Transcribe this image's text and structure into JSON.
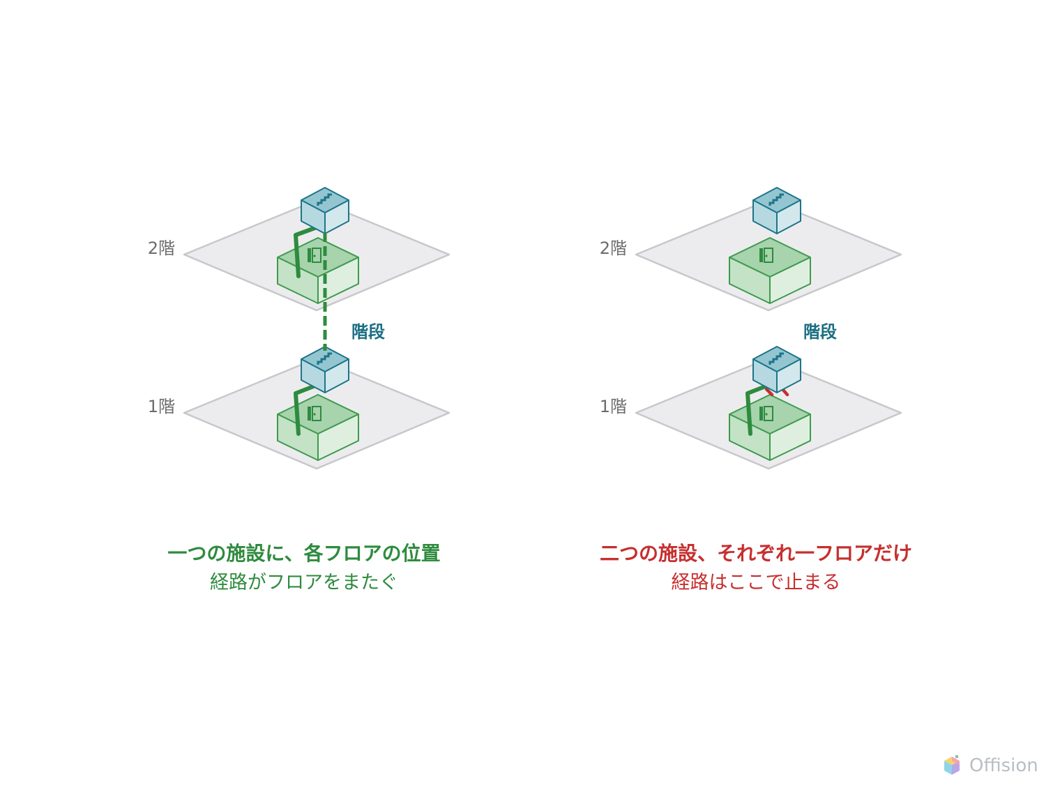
{
  "left_panel": {
    "floor_upper_label": "2階",
    "floor_lower_label": "1階",
    "stairs_label": "階段",
    "caption_title": "一つの施設に、各フロアの位置",
    "caption_subtitle": "経路がフロアをまたぐ"
  },
  "right_panel": {
    "floor_upper_label": "2階",
    "floor_lower_label": "1階",
    "stairs_label": "階段",
    "caption_title": "二つの施設、それぞれ一フロアだけ",
    "caption_subtitle": "経路はここで止まる"
  },
  "brand": {
    "name": "Offision"
  },
  "colors": {
    "floor_fill": "#ececee",
    "floor_stroke": "#c8c8cc",
    "room_top": "#a7d3ad",
    "room_left": "#c3e2c6",
    "room_right": "#deefdf",
    "room_stroke": "#3e9a4d",
    "stairs_top": "#94c6d1",
    "stairs_left": "#b6d9e1",
    "stairs_right": "#d3e8ed",
    "stairs_stroke": "#1e7488",
    "path_ok": "#2e8b3e",
    "path_blocked": "#c62f2f"
  },
  "icons": [
    "door-icon",
    "stairs-icon",
    "blocked-x-icon",
    "offision-logo-icon"
  ]
}
